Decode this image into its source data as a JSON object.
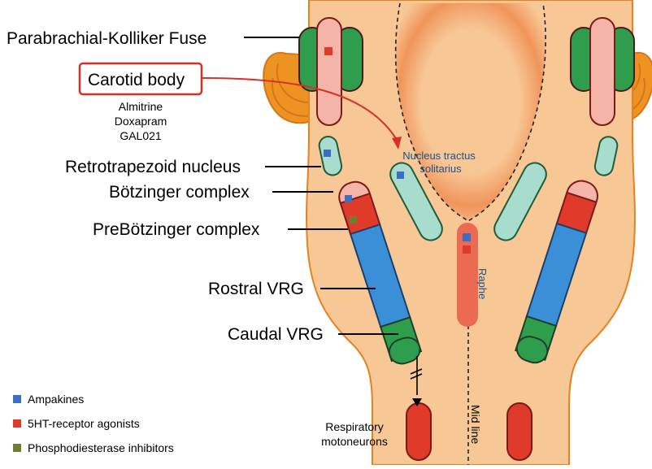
{
  "labels": {
    "parabrachial": "Parabrachial-Kolliker Fuse",
    "carotid": "Carotid body",
    "drugs": [
      "Almitrine",
      "Doxapram",
      "GAL021"
    ],
    "retrotrapezoid": "Retrotrapezoid nucleus",
    "botzinger": "Bötzinger complex",
    "prebotzinger": "PreBötzinger complex",
    "rostral_vrg": "Rostral VRG",
    "caudal_vrg": "Caudal VRG",
    "nts_line1": "Nucleus tractus",
    "nts_line2": "solitarius",
    "raphe": "Raphe",
    "midline": "Mid line",
    "motoneurons_line1": "Respiratory",
    "motoneurons_line2": "motoneurons"
  },
  "legend": [
    {
      "label": "Ampakines",
      "color": "#3a6fc2"
    },
    {
      "label": "5HT-receptor agonists",
      "color": "#e03a2a"
    },
    {
      "label": "Phosphodiesterase inhibitors",
      "color": "#6f7d34"
    }
  ],
  "colors": {
    "brainstem": "#f8c796",
    "brainstem_outline": "#e5821f",
    "pons_lobe": "#ec9322",
    "green": "#2f9e4c",
    "teal": "#a8dccc",
    "pink": "#f5b4a8",
    "red": "#e03a2a",
    "blue": "#3a8fd6",
    "carotid_box": "#d93025"
  }
}
